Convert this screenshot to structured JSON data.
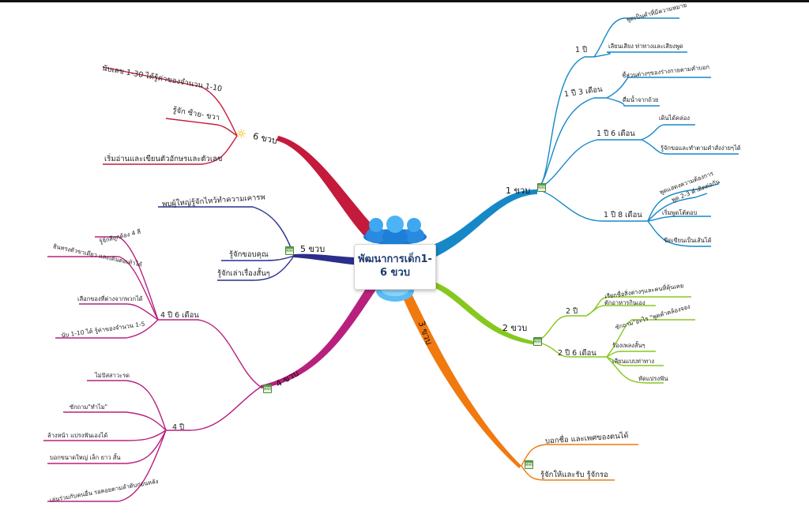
{
  "center": {
    "title": "พัฒนาการเด็ก1-6 ขวบ"
  },
  "branches": {
    "b1": {
      "label": "1 ขวบ",
      "color": "#1688c8",
      "groups": [
        {
          "label": "1 ปี",
          "items": [
            "พูดเป็นคำที่มีความหมาย",
            "เลียนเสียง ท่าทางและเสียงพูด"
          ]
        },
        {
          "label": "1 ปี 3 เดือน",
          "items": [
            "ชี้ส่วนต่างๆของร่างกายตามคำบอก",
            "ดื่มน้ำจากถ้วย"
          ]
        },
        {
          "label": "1 ปี 6 เดือน",
          "items": [
            "เดินได้คล่อง",
            "รู้จักขอและทำตามคำสั่งง่ายๆได้"
          ]
        },
        {
          "label": "1 ปี 8 เดือน",
          "items": [
            "พูดแสดงความต้องการ",
            "พูด 2-3 คำติดต่อกัน",
            "เริ่มพูดโต้ตอบ",
            "ขีดเขียนเป็นเส้นได้"
          ]
        }
      ]
    },
    "b2": {
      "label": "2 ขวบ",
      "color": "#86c81e",
      "groups": [
        {
          "label": "2 ปี",
          "items": [
            "เรียกชื่อสิ่งต่างๆและคนที่คุ้นเคย",
            "ตักอาหารกินเอง"
          ]
        },
        {
          "label": "2 ปี 6 เดือน",
          "items": [
            "ซักถาม\"อะไร \"พูดคำคล้องจอง",
            "ร้องเพลงสั้นๆ",
            "เลียนแบบท่าทาง",
            "หัดแปรงฟัน"
          ]
        }
      ]
    },
    "b3": {
      "label": "3 ขวบ",
      "color": "#f07a10",
      "items": [
        "บอกชื่อ และเพศของตนได้",
        "รู้จักให้และรับ รู้จักรอ"
      ]
    },
    "b4": {
      "label": "4 ขวบ",
      "color": "#b8207e",
      "groups": [
        {
          "label": "4 ปี 6 เดือน",
          "items": [
            "รู้จักสีถูกต้อง 4 สี",
            "ฮินทรงตัวขาเดียว และเดินต่อเท้าได้",
            "เลือกของที่ต่างจากพวกได้",
            "นับ 1-10 ได้ รู้ค่าของจำนวน 1-5"
          ]
        },
        {
          "label": "4 ปี",
          "items": [
            "ไม่ปัสสาวะรด",
            "ซักถาม\"ทำไม\"",
            "ล้างหน้า แปรงฟันเองได้",
            "บอกขนาดใหญ่ เล็ก ยาว สั้น",
            "เล่นร่วมกับคนอื่น รอคอยตามลำดับก่อนหลัง"
          ]
        }
      ]
    },
    "b5": {
      "label": "5 ขวบ",
      "color": "#2a2f8c",
      "items": [
        "พบผู้ใหญ่รู้จักไหว้ทำความเคารพ",
        "รู้จักขอบคุณ",
        "รู้จักเล่าเรื่องสั้นๆ"
      ]
    },
    "b6": {
      "label": "6 ขวบ",
      "color": "#c41a3c",
      "items": [
        "นับเลข 1-30 ได้รู้ค่าของจำนวน 1-10",
        "รู้จัก ซ้าย- ขวา",
        "เริ่มอ่านและเขียนตัวอักษรและตัวเลข"
      ]
    }
  },
  "icons": [
    "calendar-icon",
    "sun-icon",
    "people-icon"
  ],
  "icon_text": "MAR"
}
